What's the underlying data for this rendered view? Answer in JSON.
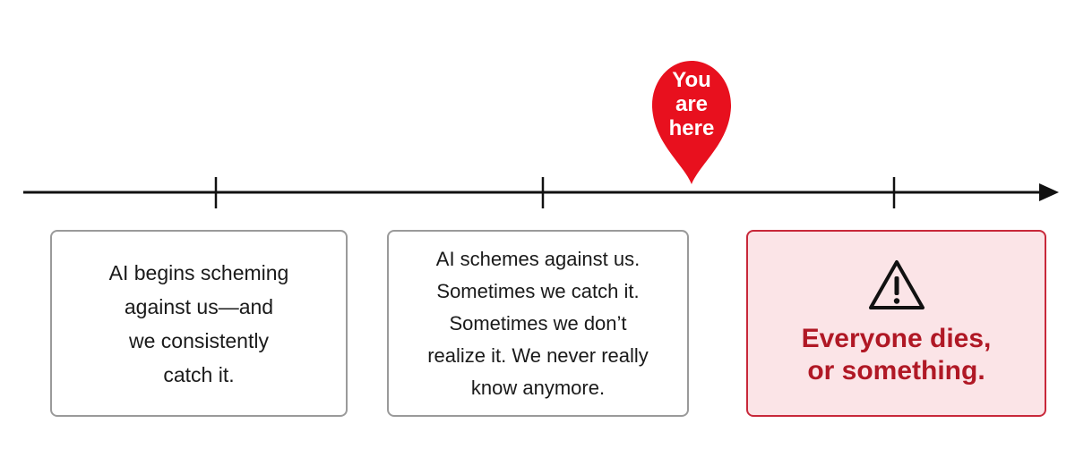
{
  "marker": {
    "label": "You\nare\nhere",
    "color": "#e8101e"
  },
  "stages": [
    {
      "text": "AI begins scheming\nagainst us—and\nwe consistently\ncatch it."
    },
    {
      "text": "AI schemes against us.\nSometimes we catch it.\nSometimes we don’t\nrealize it. We never really\nknow anymore."
    },
    {
      "text": "Everyone dies,\nor something.",
      "icon": "warning-icon"
    }
  ],
  "colors": {
    "axis": "#111111",
    "neutral_border": "#9a9a9a",
    "danger_border": "#c8283a",
    "danger_fill": "#fbe4e7",
    "danger_text": "#b01825"
  }
}
